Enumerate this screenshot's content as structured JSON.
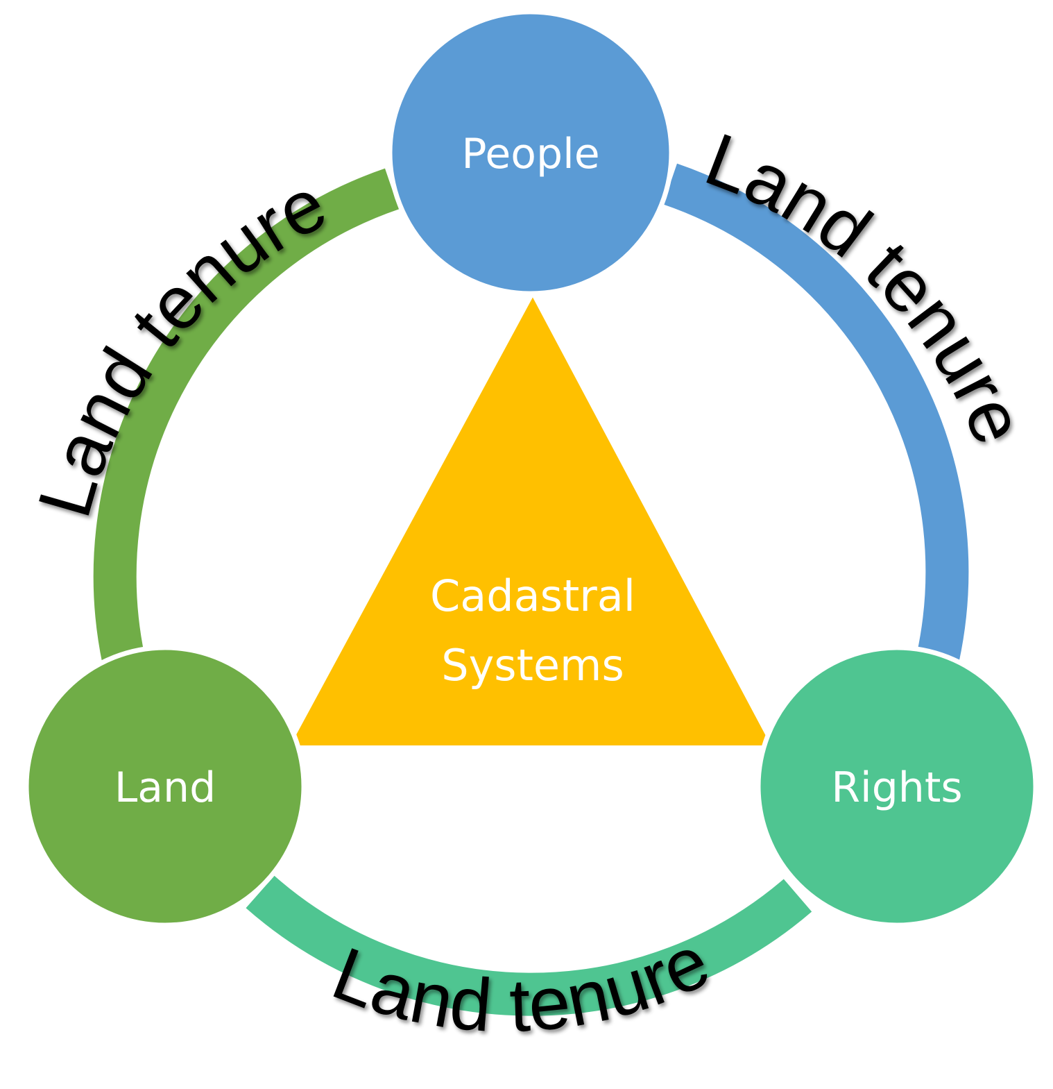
{
  "diagram": {
    "center": {
      "line1": "Cadastral",
      "line2": "Systems",
      "color": "#FFC000"
    },
    "nodes": {
      "people": {
        "label": "People",
        "color": "#5B9BD5"
      },
      "land": {
        "label": "Land",
        "color": "#70AD47"
      },
      "rights": {
        "label": "Rights",
        "color": "#4FC591"
      }
    },
    "arcs": {
      "left": {
        "label": "Land tenure",
        "color": "#70AD47"
      },
      "right": {
        "label": "Land tenure",
        "color": "#5B9BD5"
      },
      "bottom": {
        "label": "Land tenure",
        "color": "#4FC591"
      }
    }
  }
}
